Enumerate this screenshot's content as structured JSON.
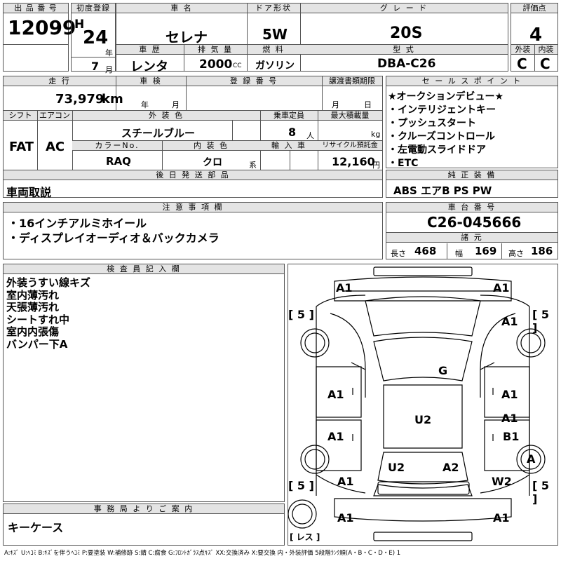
{
  "header": {
    "lot_label": "出 品 番 号",
    "lot_number": "12099",
    "first_reg_label": "初度登録",
    "era": "H",
    "reg_year": "24",
    "year_unit": "年",
    "reg_month": "7",
    "month_unit": "月",
    "car_name_label": "車 名",
    "car_name": "セレナ",
    "door_label": "ドア形状",
    "door": "5W",
    "grade_label": "グ レ ー ド",
    "grade": "20S",
    "score_label": "評価点",
    "score": "4",
    "history_label": "車 歴",
    "history": "レンタ",
    "displacement_label": "排 気 量",
    "displacement": "2000",
    "cc_unit": "CC",
    "fuel_label": "燃 料",
    "fuel": "ガソリン",
    "model_label": "型 式",
    "model": "DBA-C26",
    "exterior_label": "外装",
    "exterior": "C",
    "interior_label": "内装",
    "interior": "C"
  },
  "row2": {
    "mileage_label": "走 行",
    "mileage": "73,979",
    "km_unit": "km",
    "inspection_label": "車 検",
    "insp_year_unit": "年",
    "insp_month_unit": "月",
    "regno_label": "登 録 番 号",
    "transfer_label": "譲渡書類期限",
    "transfer_month_unit": "月",
    "transfer_day_unit": "日",
    "shift_label": "シフト",
    "shift": "FAT",
    "ac_label": "エアコン",
    "ac": "AC",
    "color_label": "外 装 色",
    "color": "スチールブルー",
    "capacity_label": "乗車定員",
    "capacity": "8",
    "capacity_unit": "人",
    "maxload_label": "最大積載量",
    "maxload_unit": "kg",
    "colorno_label": "カラーNo.",
    "colorno": "RAQ",
    "int_color_label": "内 装 色",
    "int_color": "クロ",
    "int_color_unit": "系",
    "import_label": "輸 入 車",
    "recycle_label": "リサイクル預託金",
    "recycle": "12,160",
    "recycle_unit": "円",
    "later_label": "後 日 発 送 部 品",
    "later": "車両取説"
  },
  "sales": {
    "label": "セ ー ル ス ポ イ ン ト",
    "points": [
      "★オークションデビュー★",
      "・インテリジェントキー",
      "・プッシュスタート",
      "・クルーズコントロール",
      "・左電動スライドドア",
      "・ETC"
    ]
  },
  "equipment": {
    "label": "純 正 装 備",
    "value": "ABS エアB PS PW"
  },
  "notes": {
    "label": "注 意 事 項 欄",
    "lines": [
      "・16インチアルミホイール",
      "・ディスプレイオーディオ＆バックカメラ"
    ]
  },
  "chassis": {
    "label": "車 台 番 号",
    "number": "C26-045666",
    "dims_label": "諸 元",
    "length_label": "長さ",
    "length": "468",
    "width_label": "幅",
    "width": "169",
    "height_label": "高さ",
    "height": "186"
  },
  "inspector": {
    "label": "検 査 員 記 入 欄",
    "lines": [
      "外装うすい線キズ",
      "室内薄汚れ",
      "天張薄汚れ",
      "シートすれ中",
      "室内内張傷",
      "バンパー下A"
    ]
  },
  "office": {
    "label": "事 務 局 よ り ご 案 内",
    "value": "キーケース"
  },
  "diagram": {
    "marks": {
      "fl_corner": "A1",
      "fr_corner": "A1",
      "r_fender": "A1",
      "l_door1": "A1",
      "r_door1": "A1",
      "l_door2": "A1",
      "r_door2": "A1",
      "r_b1": "B1",
      "wind": "G",
      "roof": "U2",
      "rear_glass_l": "U2",
      "rear_glass_r": "A2",
      "l_rear": "A1",
      "r_rear_wheel": "A",
      "r_rear": "W2",
      "rl_corner": "A1",
      "rr_corner": "A1",
      "tyre_fl": "5",
      "tyre_fr": "5",
      "tyre_rl": "5",
      "tyre_rr": "5",
      "spare": "レス"
    }
  },
  "legend": "A:ｷｽﾞ U:ﾍｺﾐ B:ｷｽﾞを伴うﾍｺﾐ P:要塗装 W:補修跡 S:錆 C:腐食 G:ﾌﾛﾝﾄｶﾞﾗｽ点ｷｽﾞ XX:交換済み X:要交換 内・外装評価 5段階ﾗﾝｸ順(A・B・C・D・E) 1"
}
